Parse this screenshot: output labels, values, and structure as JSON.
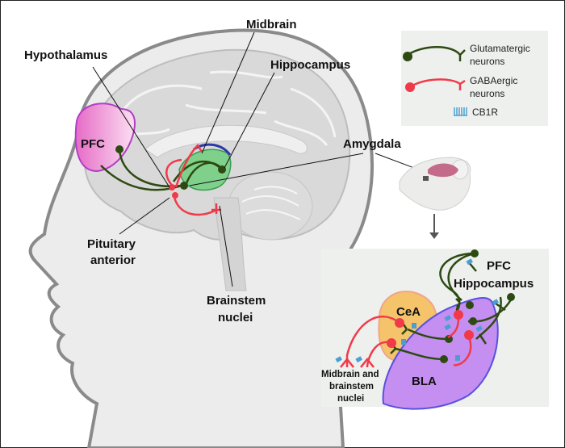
{
  "figure": {
    "head_labels": {
      "hypothalamus": "Hypothalamus",
      "midbrain": "Midbrain",
      "hippocampus": "Hippocampus",
      "amygdala": "Amygdala",
      "pfc": "PFC",
      "pituitary_line1": "Pituitary",
      "pituitary_line2": "anterior",
      "brainstem_line1": "Brainstem",
      "brainstem_line2": "nuclei"
    },
    "legend": {
      "glutamatergic_line1": "Glutamatergic",
      "glutamatergic_line2": "neurons",
      "gabaergic_line1": "GABAergic",
      "gabaergic_line2": "neurons",
      "cb1r": "CB1R"
    },
    "inset": {
      "pfc": "PFC",
      "hippocampus": "Hippocampus",
      "cea": "CeA",
      "bla": "BLA",
      "midbrain_line1": "Midbrain and",
      "midbrain_line2": "brainstem",
      "midbrain_line3": "nuclei"
    },
    "colors": {
      "glutamatergic": "#2d4a12",
      "gabaergic": "#f03a4a",
      "cb1r": "#4a9fd0",
      "pfc_region": "#e87fcf",
      "bla_region": "#c48ff0",
      "cea_region": "#f5c36a",
      "hippocampus_region": "#7fd08a"
    }
  }
}
